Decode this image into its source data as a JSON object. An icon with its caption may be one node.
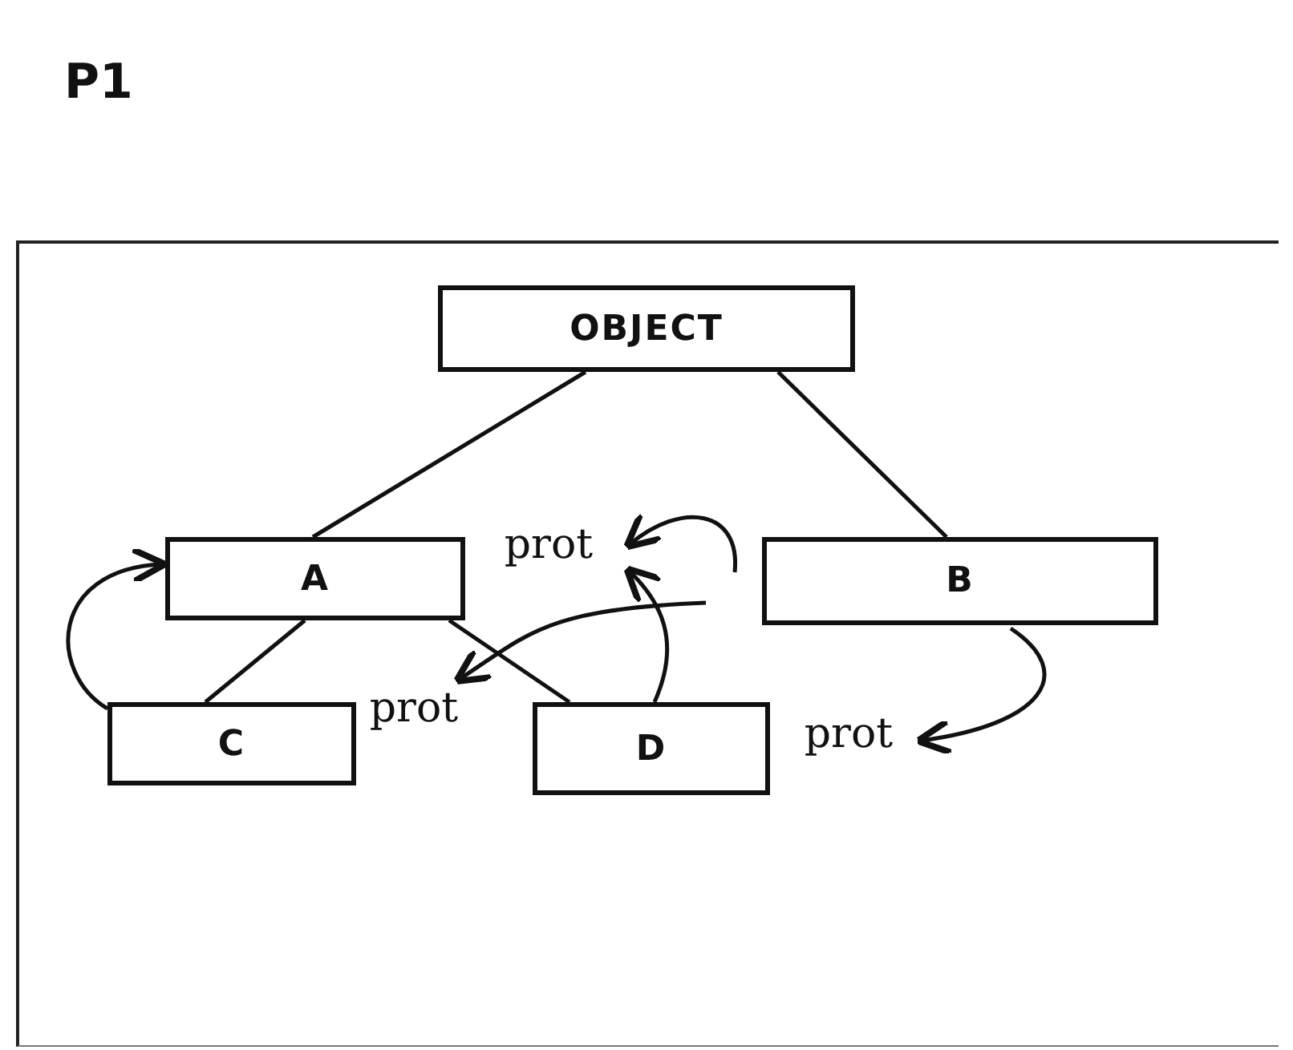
{
  "diagram": {
    "title": "P1",
    "nodes": [
      {
        "text": [
          "OBJECT"
        ]
      },
      {
        "text": [
          "A"
        ]
      },
      {
        "text": [
          "B"
        ]
      },
      {
        "text": [
          "C"
        ]
      },
      {
        "text": [
          "D"
        ]
      },
      {
        "text": [
          "prot"
        ]
      },
      {
        "text": [
          "prot"
        ]
      },
      {
        "text": [
          "prot"
        ]
      }
    ],
    "edges": [
      {
        "from": 0,
        "to": 1,
        "arrow": "none"
      },
      {
        "from": 0,
        "to": 2,
        "arrow": "none"
      },
      {
        "from": 1,
        "to": 3,
        "arrow": "none"
      },
      {
        "from": 1,
        "to": 4,
        "arrow": "none"
      },
      {
        "from": 3,
        "to": 1,
        "arrow": "to"
      },
      {
        "from": null,
        "to": 6,
        "arrow": "to"
      },
      {
        "from": 4,
        "to": 5,
        "arrow": "to"
      },
      {
        "from": null,
        "to": 5,
        "arrow": "to"
      },
      {
        "from": 2,
        "to": 7,
        "arrow": "to"
      }
    ]
  }
}
